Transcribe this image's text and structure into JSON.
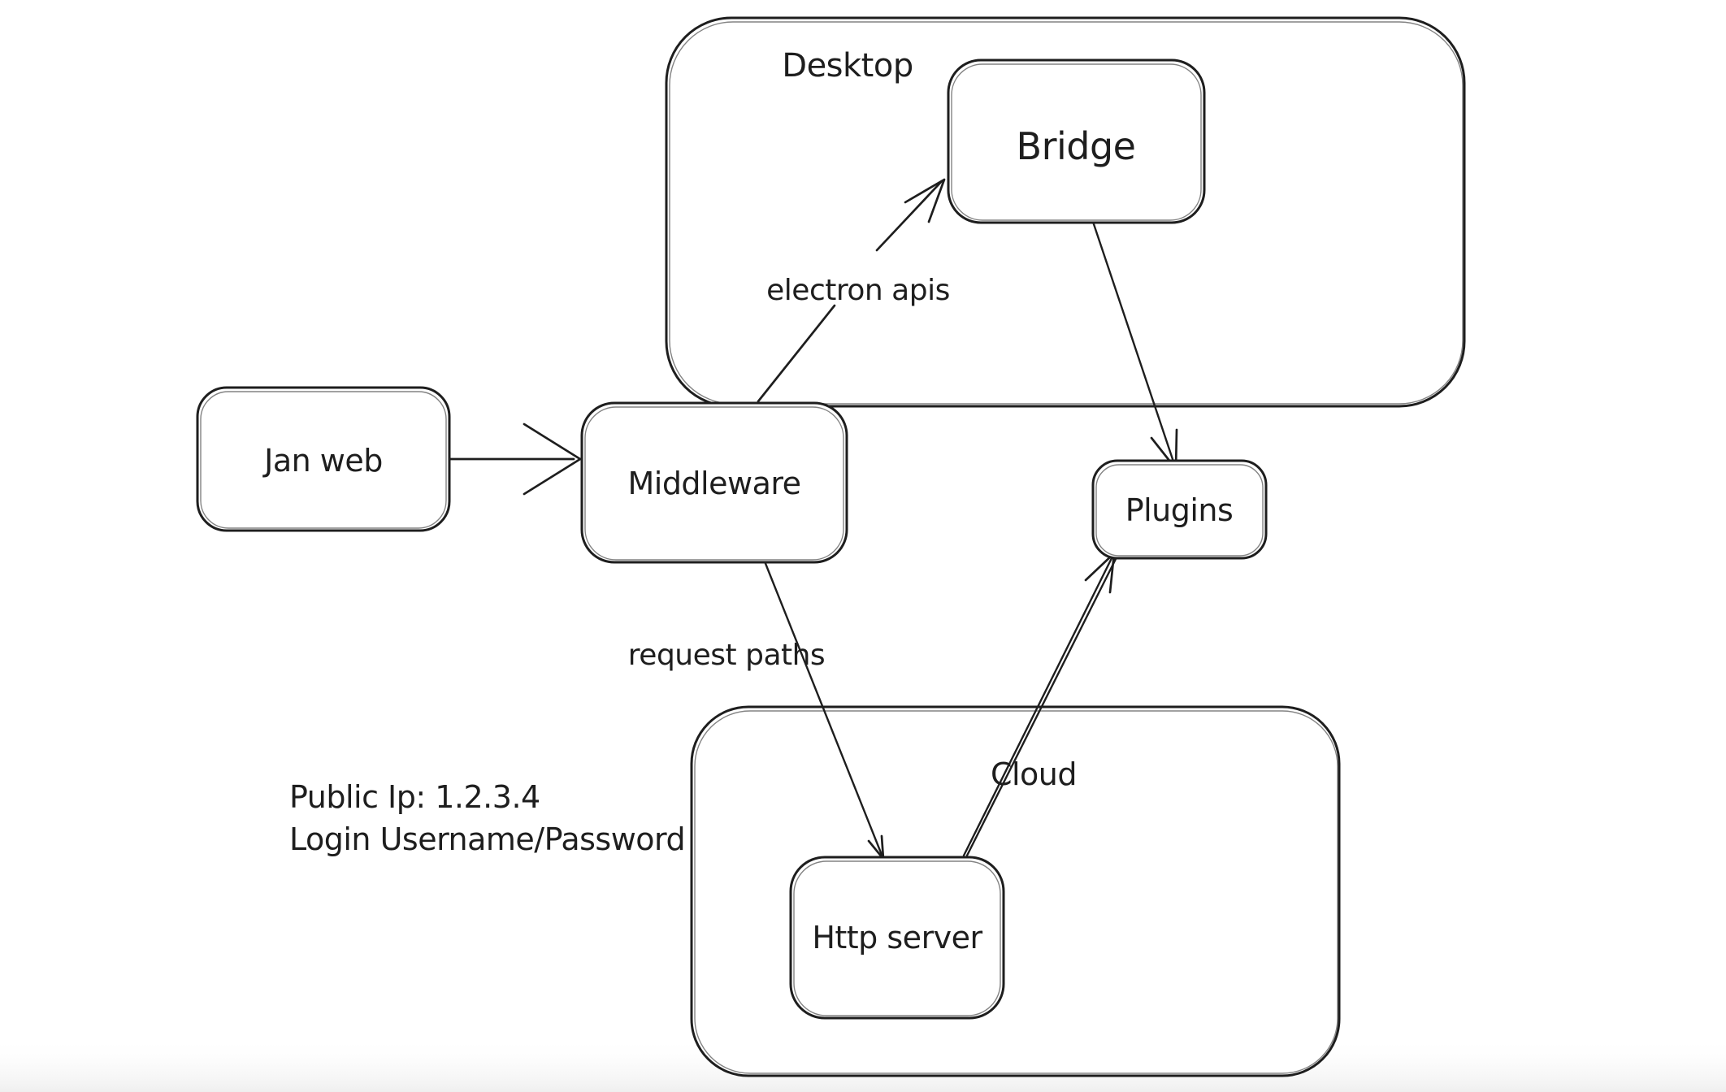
{
  "colors": {
    "background": "#ffffff",
    "stroke": "#1e1e1e",
    "canvas_edge_tint": "#f1f1f1"
  },
  "containers": {
    "desktop": {
      "label": "Desktop"
    },
    "cloud": {
      "label": "Cloud"
    }
  },
  "nodes": {
    "jan_web": {
      "label": "Jan web"
    },
    "middleware": {
      "label": "Middleware"
    },
    "bridge": {
      "label": "Bridge"
    },
    "plugins": {
      "label": "Plugins"
    },
    "http_server": {
      "label": "Http server"
    }
  },
  "edges": {
    "jan_web_to_middleware": {
      "label": ""
    },
    "middleware_to_bridge": {
      "label": "electron apis"
    },
    "bridge_to_plugins": {
      "label": ""
    },
    "middleware_to_http_server": {
      "label": "request paths"
    },
    "http_server_to_plugins": {
      "label": ""
    }
  },
  "annotations": {
    "public_ip": "Public Ip: 1.2.3.4",
    "login": "Login Username/Password"
  }
}
